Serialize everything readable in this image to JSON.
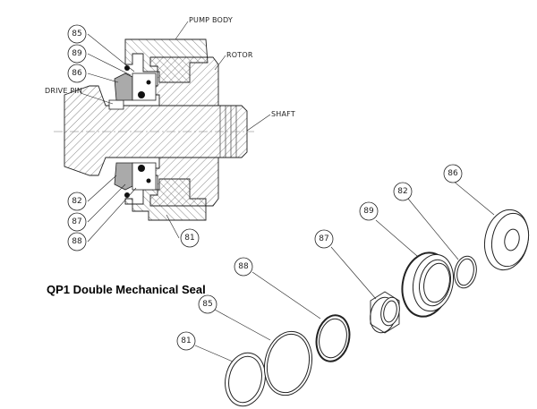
{
  "title": "QP1 Double Mechanical Seal",
  "callouts": {
    "pump_body": "PUMP BODY",
    "rotor": "ROTOR",
    "drive_pin": "DRIVE PIN",
    "shaft": "SHAFT"
  },
  "balloons": {
    "s85": "85",
    "s89": "89",
    "s86": "86",
    "s82": "82",
    "s87": "87",
    "s88": "88",
    "s81": "81",
    "e86": "86",
    "e82": "82",
    "e89": "89",
    "e87": "87",
    "e88": "88",
    "e85": "85",
    "e81": "81"
  }
}
